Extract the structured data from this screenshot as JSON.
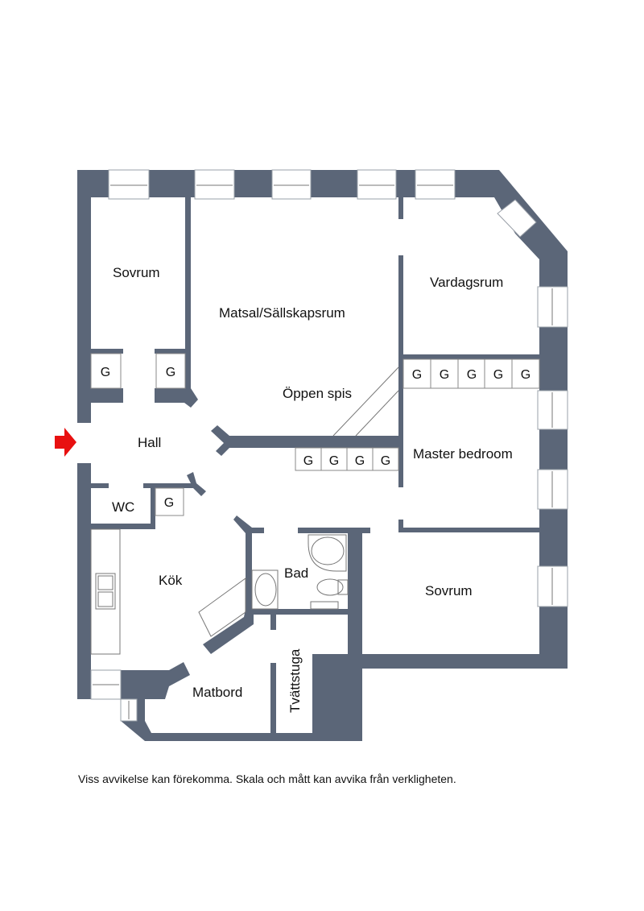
{
  "rooms": {
    "sovrum_1": "Sovrum",
    "matsal": "Matsal/Sällskapsrum",
    "vardagsrum": "Vardagsrum",
    "oppen_spis": "Öppen spis",
    "hall": "Hall",
    "master_bedroom": "Master bedroom",
    "wc": "WC",
    "kok": "Kök",
    "bad": "Bad",
    "sovrum_2": "Sovrum",
    "matbord": "Matbord",
    "tvattstuga": "Tvättstuga"
  },
  "closet_label": "G",
  "entrance_marker_color": "#e81010",
  "wall_color": "#5b6678",
  "disclaimer": "Viss avvikelse kan förekomma. Skala och mått kan avvika från verkligheten."
}
